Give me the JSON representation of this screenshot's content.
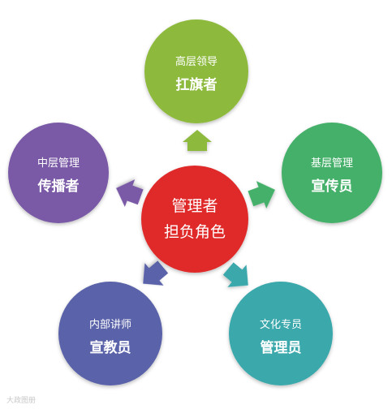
{
  "center": {
    "line1": "管理者",
    "line2": "担负角色",
    "color": "#e02b2a"
  },
  "nodes": [
    {
      "id": "top",
      "line1": "高层领导",
      "line2": "扛旗者",
      "color": "#8dba3c"
    },
    {
      "id": "right",
      "line1": "基层管理",
      "line2": "宣传员",
      "color": "#44b06a"
    },
    {
      "id": "bottom-right",
      "line1": "文化专员",
      "line2": "管理员",
      "color": "#3aa8ac"
    },
    {
      "id": "bottom-left",
      "line1": "内部讲师",
      "line2": "宣教员",
      "color": "#5a62a9"
    },
    {
      "id": "left",
      "line1": "中层管理",
      "line2": "传播者",
      "color": "#7a5aa6"
    }
  ],
  "watermark": "大政图册"
}
